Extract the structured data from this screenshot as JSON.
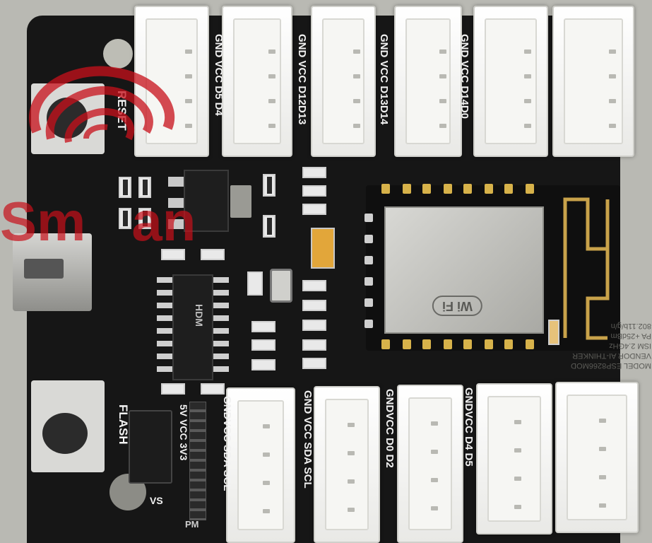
{
  "image": {
    "subject": "ESP8266 breakout board with white connectors",
    "colors": {
      "board": "#161616",
      "silkscreen": "#f2f2f2",
      "connector": "#ffffff",
      "gold": "#d7b24a",
      "watermark": "#c8101a",
      "background": "#b9b9b3"
    }
  },
  "silkscreen": {
    "reset": "RESET",
    "flash": "FLASH",
    "power_header": "5V VCC 3V3",
    "vs": "VS",
    "pm": "PM",
    "top_labels": [
      "GND VCC D5 D4",
      "GND VCC D12D13",
      "GND VCC D13D14",
      "GND VCC D14D0"
    ],
    "bottom_labels": [
      "GNDVCC SDA SCL",
      "GND VCC SDA SCL",
      "GNDVCC D0 D2",
      "GNDVCC D4 D5"
    ]
  },
  "module": {
    "lines": [
      "MODEL ESP8266MOD",
      "VENDOR AI-THINKER",
      "ISM 2.4GHz",
      "PA +25dBm",
      "802.11b/g/n"
    ],
    "wifi": "Wi Fi",
    "chip": "HDM"
  },
  "watermark": {
    "text": "Sm   an"
  }
}
